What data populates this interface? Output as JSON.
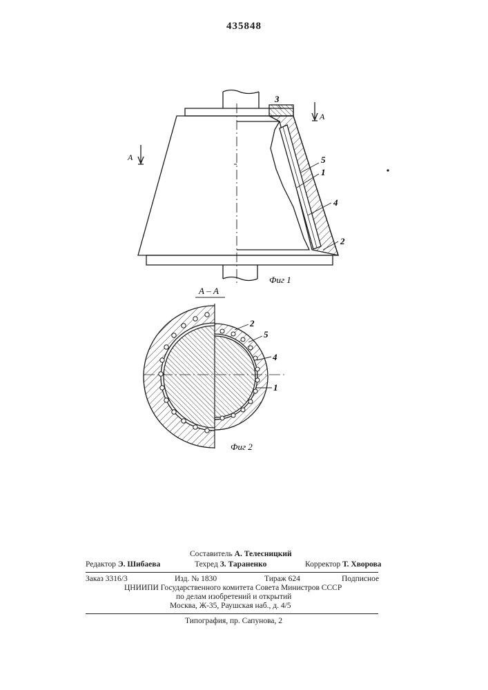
{
  "patent_number": "435848",
  "figures": {
    "fig1": {
      "label": "Фиг 1",
      "section_marks": [
        "A",
        "A"
      ],
      "callouts": [
        "1",
        "2",
        "3",
        "4",
        "5"
      ]
    },
    "fig2": {
      "section_title": "А – А",
      "label": "Фиг 2",
      "callouts": [
        "1",
        "2",
        "4",
        "5"
      ]
    }
  },
  "imprint": {
    "compiler_label": "Составитель",
    "compiler_name": "А. Телесницкий",
    "editor_label": "Редактор",
    "editor_name": "Э. Шибаева",
    "techred_label": "Техред",
    "techred_name": "З. Тараненко",
    "corrector_label": "Корректор",
    "corrector_name": "Т. Хворова",
    "order": "Заказ 3316/3",
    "edition": "Изд. № 1830",
    "print_run": "Тираж 624",
    "subscription": "Подписное",
    "org_line1": "ЦНИИПИ Государственного комитета Совета Министров СССР",
    "org_line2": "по делам изобретений и открытий",
    "org_line3": "Москва, Ж-35, Раушская наб., д. 4/5",
    "printer": "Типография, пр. Сапунова, 2"
  }
}
